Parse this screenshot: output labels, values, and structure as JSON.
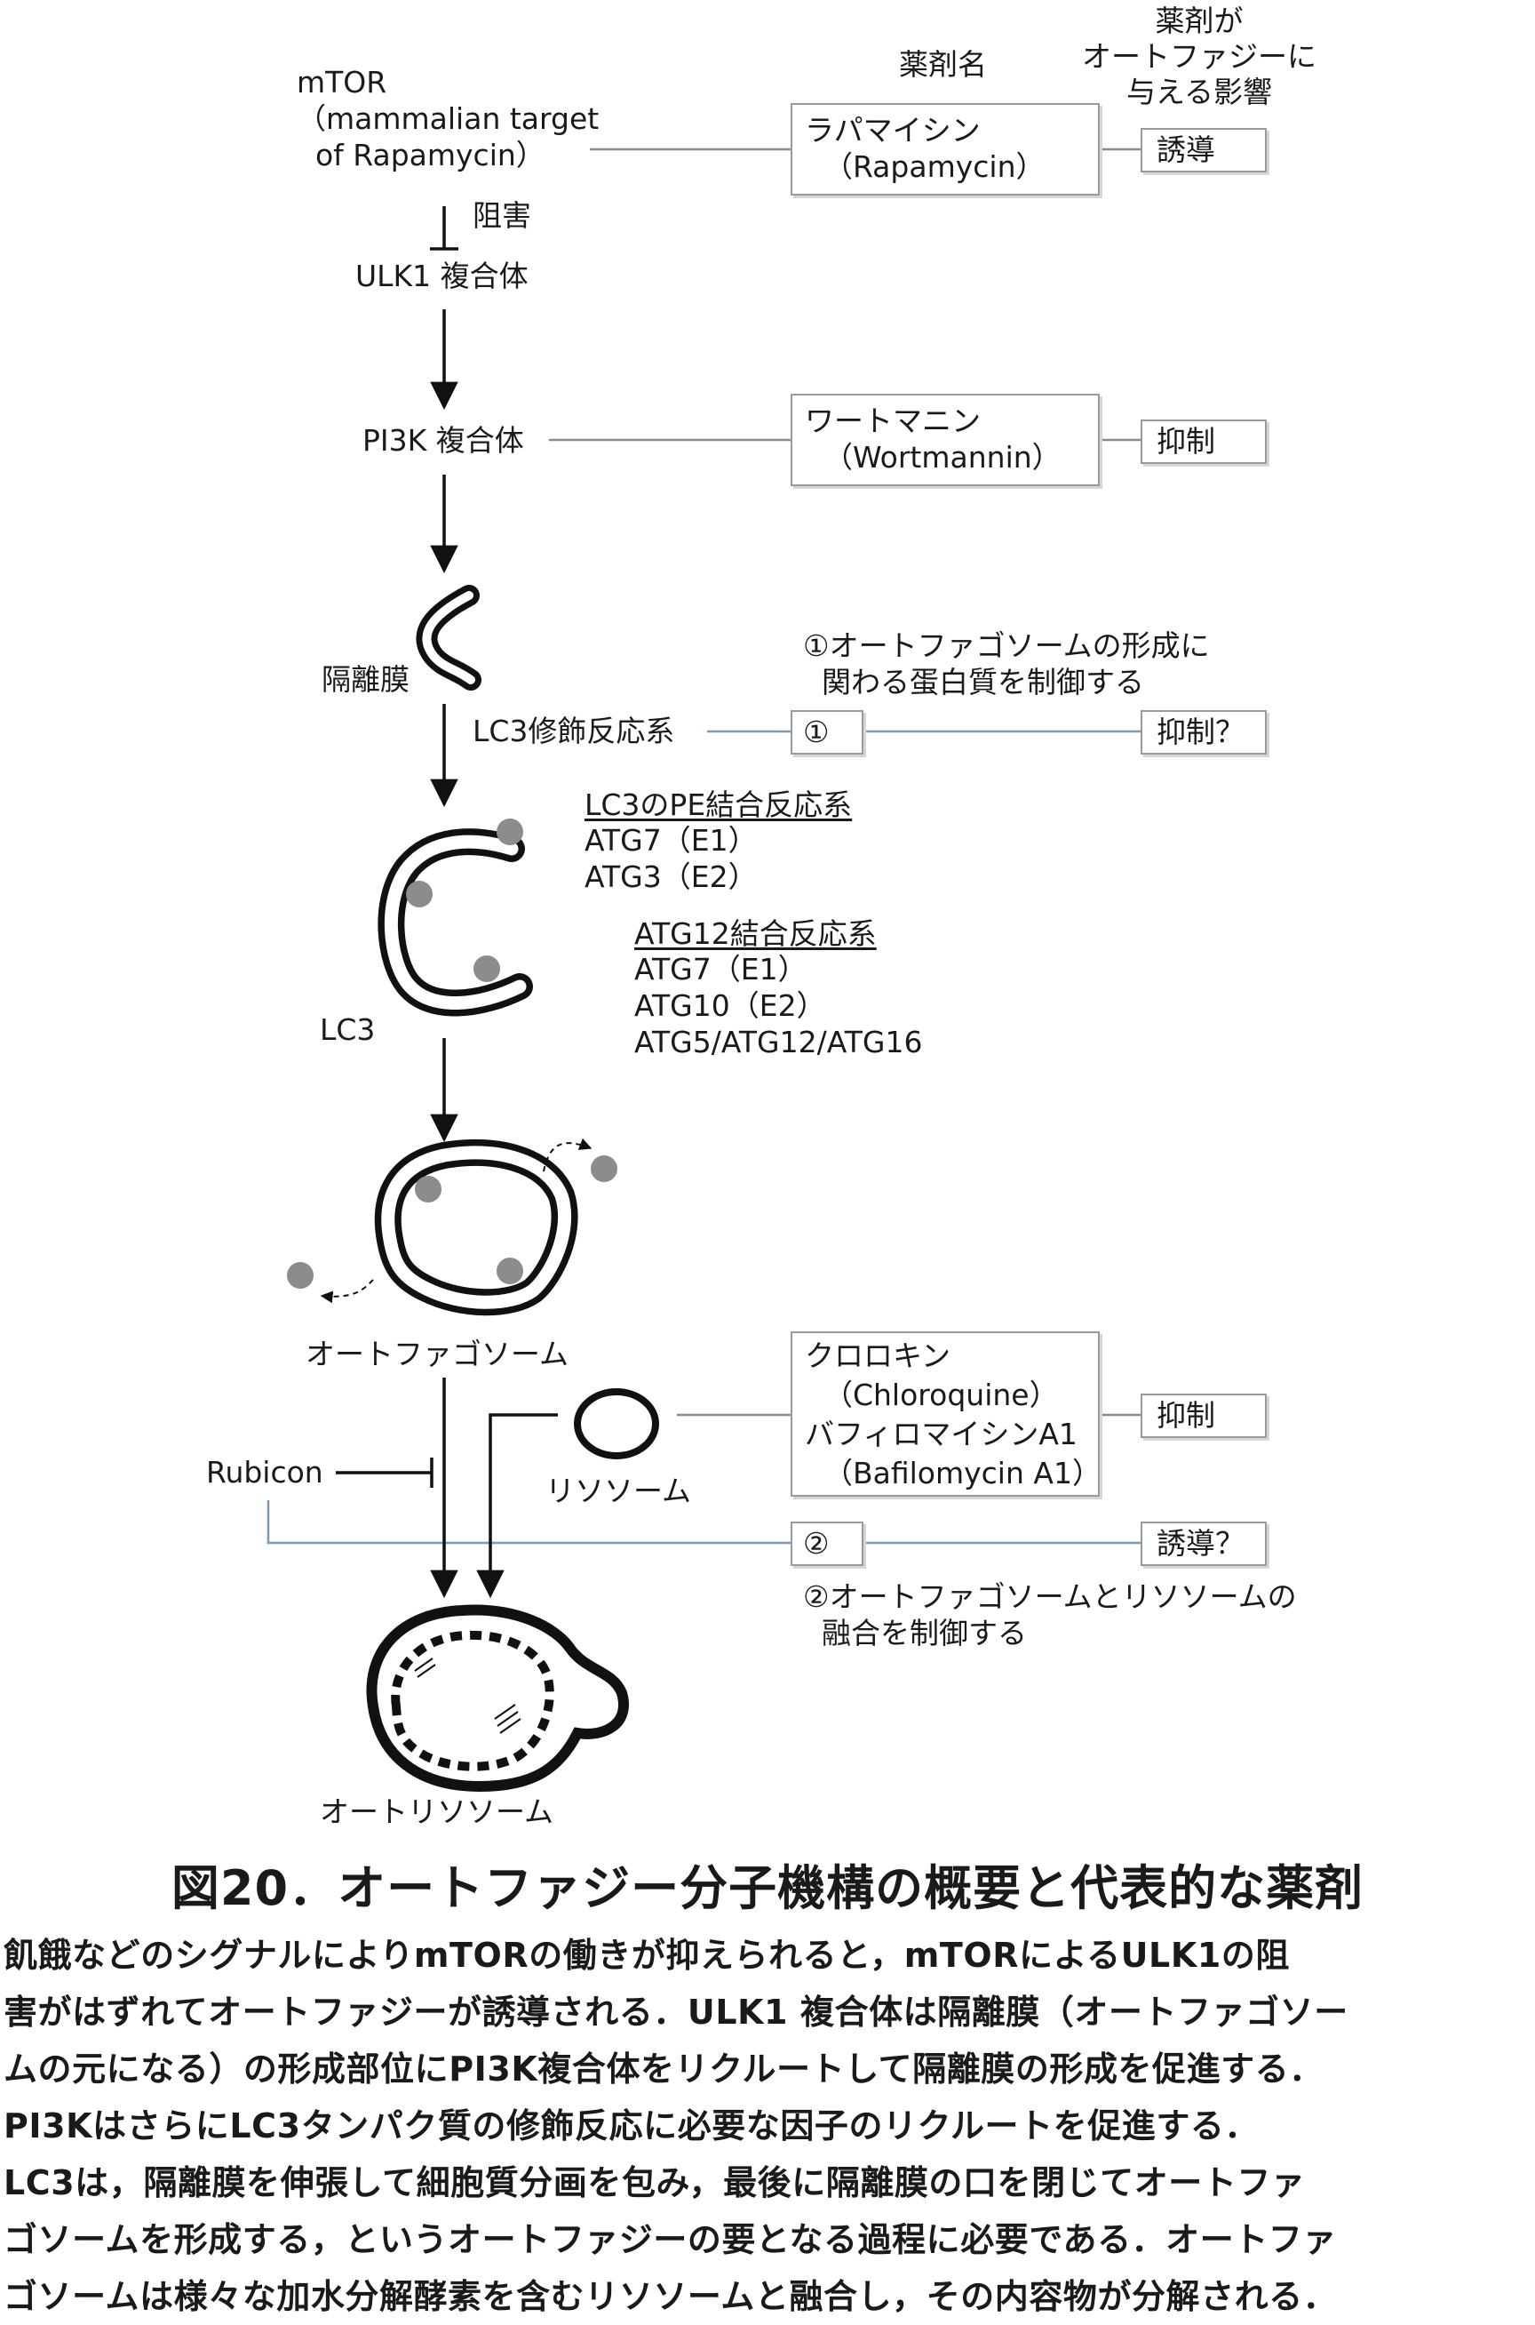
{
  "columns": {
    "drug_name": "薬剤名",
    "effect": "薬剤が\nオートファジーに\n与える影響"
  },
  "pathway": {
    "mtor": "mTOR\n（mammalian target\n  of Rapamycin）",
    "inhibit": "阻害",
    "ulk1": "ULK1 複合体",
    "pi3k": "PI3K 複合体",
    "isolation": "隔離膜",
    "lc3_mod": "LC3修飾反応系",
    "lc3": "LC3",
    "autophagosome": "オートファゴソーム",
    "lysosome": "リソソーム",
    "rubicon": "Rubicon",
    "autolysosome": "オートリソソーム"
  },
  "reactions": {
    "pe_title": "LC3のPE結合反応系",
    "pe_items": "ATG7（E1）\nATG3（E2）",
    "atg12_title": "ATG12結合反応系",
    "atg12_items": "ATG7（E1）\nATG10（E2）\nATG5/ATG12/ATG16"
  },
  "drugs": {
    "rapamycin": "ラパマイシン\n  （Rapamycin）",
    "wortmannin": "ワートマニン\n  （Wortmannin）",
    "chloroquine": "クロロキン\n  （Chloroquine）\nバフィロマイシンA1\n  （Bafilomycin A1）",
    "marker1": "①",
    "marker2": "②"
  },
  "effects": {
    "induce": "誘導",
    "suppress1": "抑制",
    "suppress_q": "抑制？",
    "suppress2": "抑制",
    "induce_q": "誘導？"
  },
  "notes": {
    "note1": "①オートファゴソームの形成に\n  関わる蛋白質を制御する",
    "note2": "②オートファゴソームとリソソームの\n  融合を制御する"
  },
  "figure": {
    "title": "図20．オートファジー分子機構の概要と代表的な薬剤",
    "caption": [
      "飢餓などのシグナルによりmTORの働きが抑えられると，mTORによるULK1の阻",
      "害がはずれてオートファジーが誘導される．ULK1 複合体は隔離膜（オートファゴソー",
      "ムの元になる）の形成部位にPI3K複合体をリクルートして隔離膜の形成を促進する．",
      "PI3KはさらにLC3タンパク質の修飾反応に必要な因子のリクルートを促進する．",
      "LC3は，隔離膜を伸張して細胞質分画を包み，最後に隔離膜の口を閉じてオートファ",
      "ゴソームを形成する，というオートファジーの要となる過程に必要である．オートファ",
      "ゴソームは様々な加水分解酵素を含むリソソームと融合し，その内容物が分解される．"
    ]
  },
  "colors": {
    "connector": "#8a8a8a",
    "blue_line": "#7f98ad",
    "granule": "#8c8c8c",
    "stroke": "#111111"
  }
}
